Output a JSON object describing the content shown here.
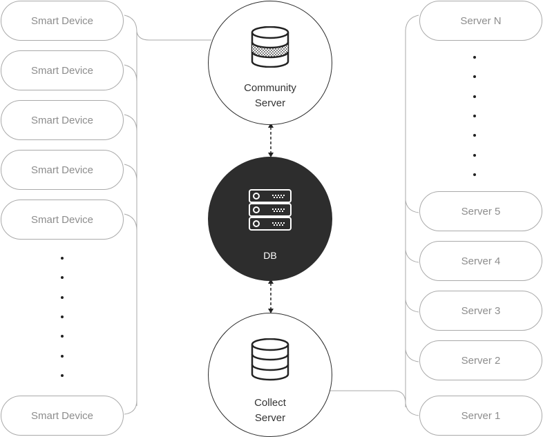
{
  "left_devices": [
    "Smart Device",
    "Smart Device",
    "Smart Device",
    "Smart Device",
    "Smart Device",
    "Smart Device"
  ],
  "right_servers": [
    "Server N",
    "Server 5",
    "Server 4",
    "Server 3",
    "Server 2",
    "Server 1"
  ],
  "nodes": {
    "community": "Community\nServer",
    "db": "DB",
    "collect": "Collect\nServer"
  },
  "icons": {
    "community": "database-cylinder-dotted-icon",
    "db": "server-rack-icon",
    "collect": "database-cylinder-icon"
  },
  "colors": {
    "dark_node": "#2d2d2d",
    "line": "#a9a9a9"
  }
}
